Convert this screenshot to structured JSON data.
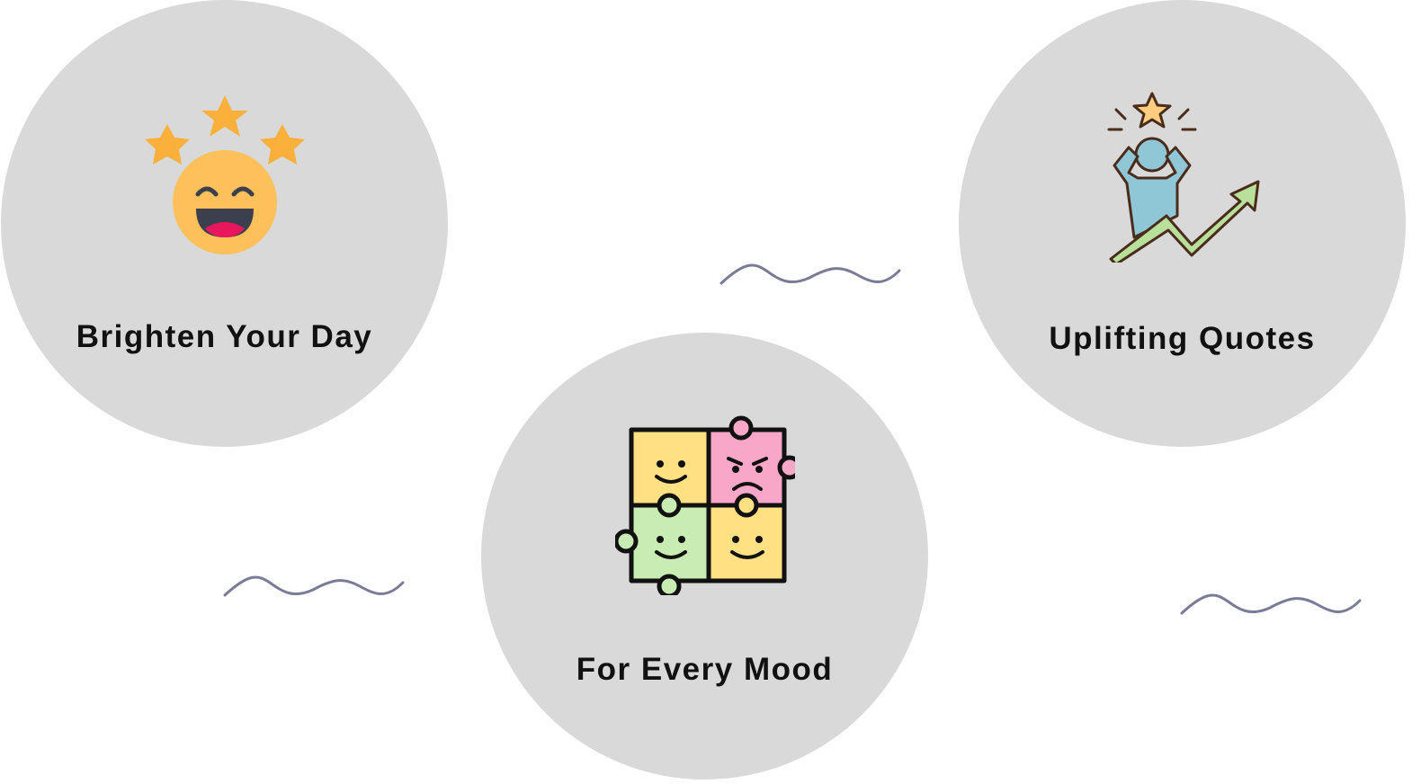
{
  "cards": [
    {
      "title": "Brighten Your Day",
      "icon": "laughing-face-stars-icon"
    },
    {
      "title": "For Every Mood",
      "icon": "mood-puzzle-icon"
    },
    {
      "title": "Uplifting Quotes",
      "icon": "growth-person-arrow-icon"
    }
  ],
  "colors": {
    "circle": "#d9d9d9",
    "text": "#111111",
    "wave": "#7b7b98",
    "star": "#fbb03b",
    "face": "#fdc05a"
  }
}
